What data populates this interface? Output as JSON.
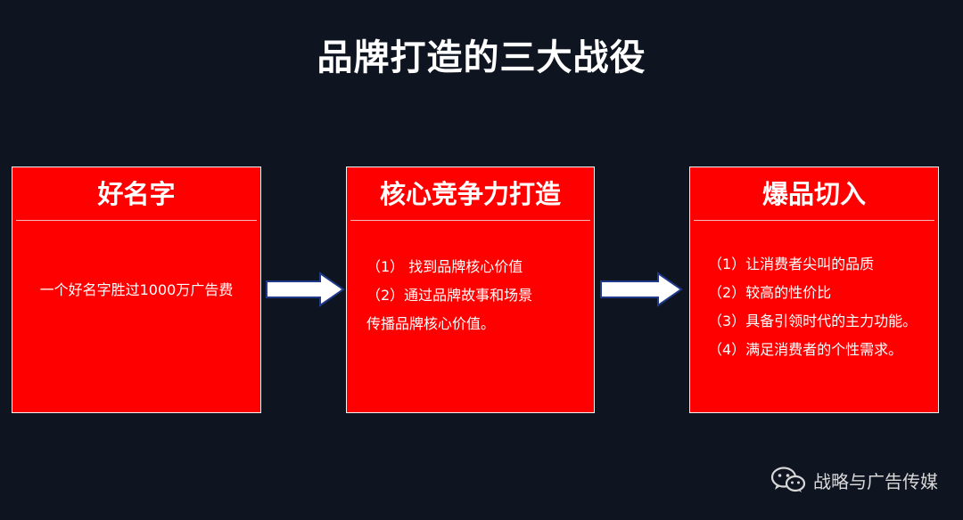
{
  "title": "品牌打造的三大战役",
  "cards": [
    {
      "heading": "好名字",
      "lines": [
        "一个好名字胜过1000万广告费"
      ]
    },
    {
      "heading": "核心竞争力打造",
      "lines": [
        "（1） 找到品牌核心价值",
        "（2）通过品牌故事和场景",
        "传播品牌核心价值。"
      ]
    },
    {
      "heading": "爆品切入",
      "lines": [
        "（1）让消费者尖叫的品质",
        "（2）较高的性价比",
        "（3）具备引领时代的主力功能。",
        "（4）满足消费者的个性需求。"
      ]
    }
  ],
  "watermark": {
    "icon": "wechat-icon",
    "text": "战略与广告传媒"
  },
  "colors": {
    "background": "#0f1421",
    "card": "#fe0000",
    "arrow": "#ffffff",
    "arrow_outline": "#1f3a8a"
  }
}
